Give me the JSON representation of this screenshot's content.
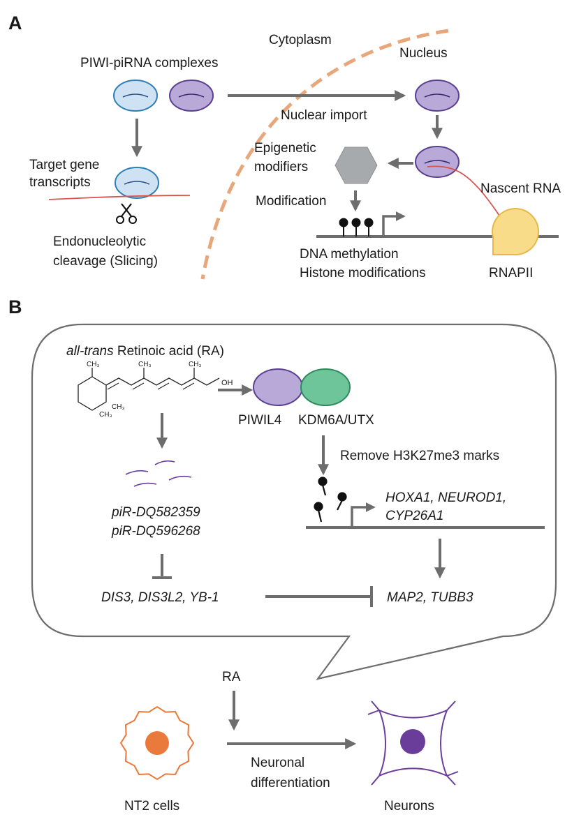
{
  "panel_a": {
    "label": "A",
    "cytoplasm": "Cytoplasm",
    "nucleus": "Nucleus",
    "piwi_complexes": "PIWI-piRNA complexes",
    "nuclear_import": "Nuclear import",
    "target_line1": "Target gene",
    "target_line2": "transcripts",
    "slicing_line1": "Endonucleolytic",
    "slicing_line2": "cleavage (Slicing)",
    "epi_line1": "Epigenetic",
    "epi_line2": "modifiers",
    "nascent_rna": "Nascent RNA",
    "modification": "Modification",
    "dna_methylation": "DNA methylation",
    "histone_mod": "Histone modifications",
    "rnapii": "RNAPII"
  },
  "panel_b": {
    "label": "B",
    "ra_italic": "all-trans",
    "ra_rest": " Retinoic acid (RA)",
    "oh": "OH",
    "ch3": "CH₃",
    "piwil4": "PIWIL4",
    "kdm6a": "KDM6A/UTX",
    "remove_marks": "Remove H3K27me3 marks",
    "gene_line1": "HOXA1, NEUROD1,",
    "gene_line2": "CYP26A1",
    "pir1": "piR-DQ582359",
    "pir2": "piR-DQ596268",
    "dis_genes": "DIS3, DIS3L2, YB-1",
    "map_genes": "MAP2, TUBB3",
    "ra": "RA",
    "diff_line1": "Neuronal",
    "diff_line2": "differentiation",
    "nt2": "NT2 cells",
    "neurons": "Neurons"
  },
  "colors": {
    "piwi_blue_fill": "#cfe2f3",
    "piwi_blue_stroke": "#2f7fb5",
    "piwi_purple_fill": "#b9a9d9",
    "piwi_purple_stroke": "#5b3f8f",
    "kdm_green_fill": "#6fc59a",
    "kdm_green_stroke": "#2e8a5c",
    "membrane_orange": "#e8a77a",
    "rnapii_yellow": "#f8dc8a",
    "rna_red": "#d9534f",
    "modifier_gray": "#a7aaad",
    "arrow_gray": "#6d6d6d",
    "nt2_orange": "#ea7a3c",
    "neuron_purple": "#6a3d9a"
  },
  "icons": [
    "scissors-icon",
    "methyl-mark-icon",
    "promoter-arrow-icon",
    "retinoic-acid-structure-icon"
  ]
}
